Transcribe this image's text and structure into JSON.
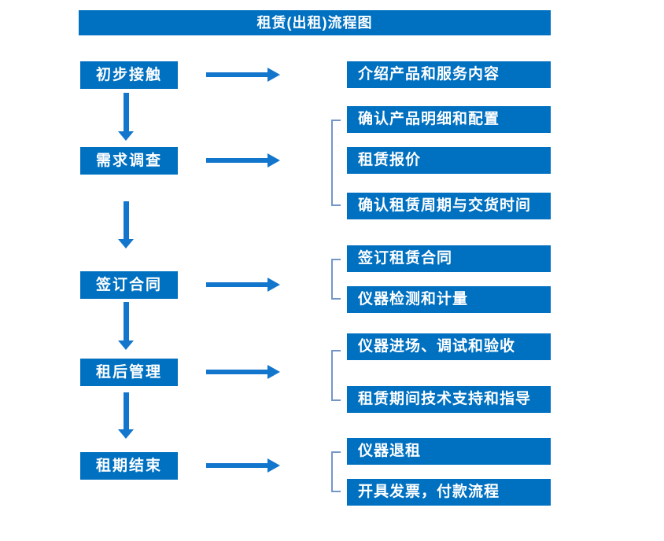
{
  "title": "租赁(出租)流程图",
  "colors": {
    "box_blue": "#0070C0",
    "arrow_blue": "#1376CD",
    "bracket_blue": "#7396C8",
    "text_white": "#FFFFFF",
    "background": "#FFFFFF"
  },
  "stages": [
    {
      "label": "初步接触",
      "outputs": [
        "介绍产品和服务内容"
      ]
    },
    {
      "label": "需求调查",
      "outputs": [
        "确认产品明细和配置",
        "租赁报价",
        "确认租赁周期与交货时间"
      ]
    },
    {
      "label": "签订合同",
      "outputs": [
        "签订租赁合同",
        "仪器检测和计量"
      ]
    },
    {
      "label": "租后管理",
      "outputs": [
        "仪器进场、调试和验收",
        "租赁期间技术支持和指导"
      ]
    },
    {
      "label": "租期结束",
      "outputs": [
        "仪器退租",
        "开具发票，付款流程"
      ]
    }
  ]
}
